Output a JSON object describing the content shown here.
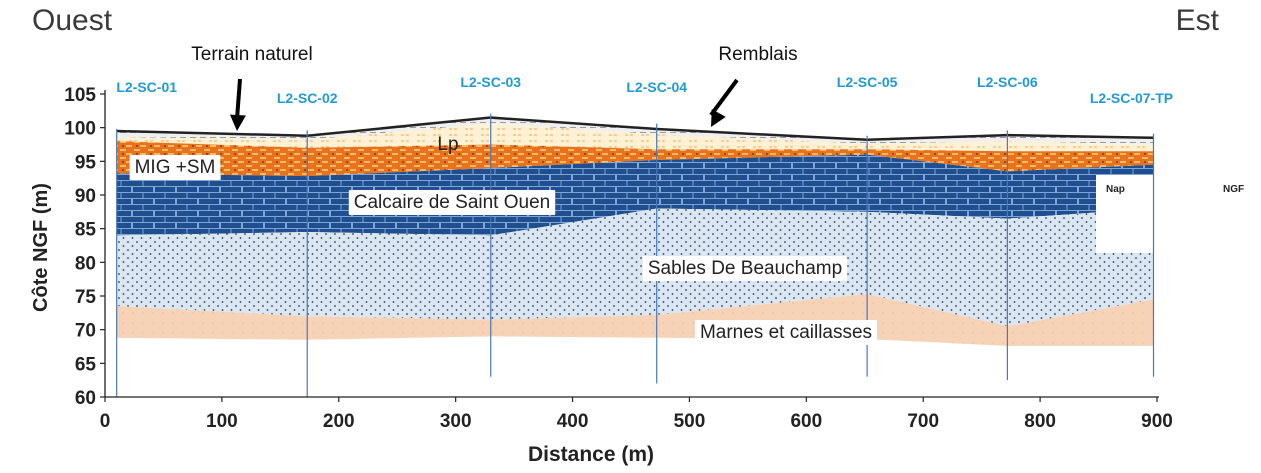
{
  "header": {
    "west": "Ouest",
    "east": "Est"
  },
  "chart_data": {
    "type": "area",
    "xlabel": "Distance (m)",
    "ylabel": "Côte NGF (m)",
    "xlim": [
      0,
      900
    ],
    "ylim": [
      60,
      105
    ],
    "xticks": [
      "0",
      "100",
      "200",
      "300",
      "400",
      "500",
      "600",
      "700",
      "800",
      "900"
    ],
    "yticks": [
      "60",
      "65",
      "70",
      "75",
      "80",
      "85",
      "90",
      "95",
      "100",
      "105"
    ],
    "grid": false,
    "boreholes": [
      {
        "label": "L2-SC-01",
        "x": 10,
        "top": 99.2,
        "bottom": 60
      },
      {
        "label": "L2-SC-02",
        "x": 173,
        "top": 99,
        "bottom": 60
      },
      {
        "label": "L2-SC-03",
        "x": 330,
        "top": 101.5,
        "bottom": 63
      },
      {
        "label": "L2-SC-04",
        "x": 472,
        "top": 100,
        "bottom": 62
      },
      {
        "label": "L2-SC-05",
        "x": 652,
        "top": 98.2,
        "bottom": 63
      },
      {
        "label": "L2-SC-06",
        "x": 772,
        "top": 99,
        "bottom": 62.5
      },
      {
        "label": "L2-SC-07-TP",
        "x": 897,
        "top": 98.5,
        "bottom": 63
      }
    ],
    "profile_x": [
      10,
      173,
      330,
      472,
      652,
      772,
      897
    ],
    "surface": [
      99.5,
      98.8,
      101.5,
      99.8,
      98.2,
      98.9,
      98.5
    ],
    "layers": [
      {
        "name": "Remblais",
        "color": "#eeeeee",
        "top": [
          99.5,
          98.8,
          101.5,
          99.8,
          98.2,
          98.9,
          98.5
        ],
        "bottom": [
          98.6,
          98.2,
          100.6,
          99.0,
          97.6,
          98.0,
          97.5
        ]
      },
      {
        "name": "Lp",
        "color": "#fff1d4",
        "top": [
          98.6,
          98.2,
          100.6,
          99.0,
          97.6,
          98.0,
          97.5
        ],
        "bottom": [
          98.0,
          97.0,
          97.5,
          96.8,
          96.8,
          96.5,
          96.5
        ]
      },
      {
        "name": "MIG +SM",
        "color": "#e8731a",
        "top": [
          98.0,
          97.0,
          97.5,
          96.8,
          96.8,
          96.5,
          96.5
        ],
        "bottom": [
          93.2,
          92.8,
          94.0,
          95.2,
          96.0,
          93.5,
          94.5
        ]
      },
      {
        "name": "Calcaire de Saint Ouen",
        "color": "#1f4f8f",
        "top": [
          93.2,
          92.8,
          94.0,
          95.2,
          96.0,
          93.5,
          94.5
        ],
        "bottom": [
          84.0,
          84.5,
          84.0,
          88.0,
          87.5,
          86.5,
          88.0
        ]
      },
      {
        "name": "Sables De Beauchamp",
        "color": "#dbe6f3",
        "top": [
          84.0,
          84.5,
          84.0,
          88.0,
          87.5,
          86.5,
          88.0
        ],
        "bottom": [
          73.5,
          72.0,
          71.5,
          72.2,
          75.3,
          70.5,
          74.5
        ]
      },
      {
        "name": "Marnes et caillasses",
        "color": "#f6d3b6",
        "top": [
          73.5,
          72.0,
          71.5,
          72.2,
          75.3,
          70.5,
          74.5
        ],
        "bottom": [
          68.8,
          68.5,
          69.0,
          68.8,
          68.6,
          67.6,
          67.6
        ]
      }
    ],
    "annotations": [
      {
        "text": "Terrain naturel",
        "x": 120,
        "y": 99.1,
        "arrow": true
      },
      {
        "text": "Remblais",
        "x": 520,
        "y": 99.6,
        "arrow": true
      }
    ],
    "legend_partial": {
      "text": "Nap",
      "text2": "NGF"
    }
  },
  "colors": {
    "borehole_label": "#1e9bd7",
    "surface_line": "#222222",
    "axis_text": "#222222"
  }
}
